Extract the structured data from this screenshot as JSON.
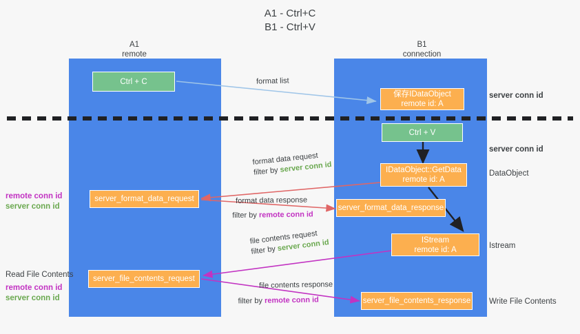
{
  "title": {
    "line1": "A1 - Ctrl+C",
    "line2": "B1 - Ctrl+V"
  },
  "columns": [
    {
      "name": "A1",
      "sub": "remote"
    },
    {
      "name": "B1",
      "sub": "connection"
    }
  ],
  "boxes": {
    "ctrl_c": {
      "line1": "Ctrl + C"
    },
    "save_idataobject": {
      "line1": "保存IDataObject",
      "line2": "remote id: A"
    },
    "ctrl_v": {
      "line1": "Ctrl + V"
    },
    "getdata": {
      "line1": "IDataObject::GetData",
      "line2": "remote id: A"
    },
    "server_format_data_request": {
      "line1": "server_format_data_request"
    },
    "server_format_data_response": {
      "line1": "server_format_data_response"
    },
    "istream": {
      "line1": "IStream",
      "line2": "remote id: A"
    },
    "server_file_contents_request": {
      "line1": "server_file_contents_request"
    },
    "server_file_contents_response": {
      "line1": "server_file_contents_response"
    }
  },
  "edges": {
    "format_list": {
      "text": "format list"
    },
    "format_data_request": {
      "line1": "format data request",
      "filter_prefix": "filter by ",
      "filter_value": "server conn id"
    },
    "format_data_response": {
      "line1": "format data response",
      "filter_prefix": "filter by ",
      "filter_value": "remote conn id"
    },
    "file_contents_request": {
      "line1": "file contents request",
      "filter_prefix": "filter by ",
      "filter_value": "server conn id"
    },
    "file_contents_response": {
      "line1": "file contents response",
      "filter_prefix": "filter by ",
      "filter_value": "remote conn id"
    }
  },
  "annotations": {
    "right_server_conn_id_top": "server conn id",
    "right_server_conn_id_mid": "server conn id",
    "right_dataobject": "DataObject",
    "right_istream": "Istream",
    "right_write_file_contents": "Write File Contents",
    "left_remote_conn_id_1": "remote conn id",
    "left_server_conn_id_1": "server conn id",
    "left_read_file_contents": "Read File Contents",
    "left_remote_conn_id_2": "remote conn id",
    "left_server_conn_id_2": "server conn id"
  },
  "colors": {
    "lane": "#4a86e8",
    "green_box": "#76c28d",
    "orange_box": "#fcaf4f",
    "green_text": "#6aa84f",
    "magenta_text": "#c233c2",
    "red_arrow": "#e06666",
    "magenta_arrow": "#c233c2",
    "blue_arrow": "#9fc5e8",
    "black_arrow": "#202124",
    "background": "#f7f7f7"
  }
}
